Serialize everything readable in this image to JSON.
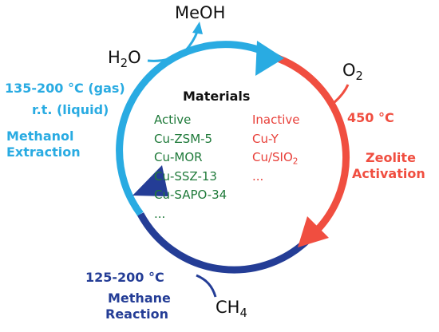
{
  "colors": {
    "extraction": "#29abe2",
    "activation": "#f04e40",
    "reaction": "#243d96",
    "active_text": "#1f7a3a",
    "inactive_text": "#e8403a"
  },
  "chemicals": {
    "h2o": "H",
    "h2o_sub": "2",
    "h2o_end": "O",
    "meoh": "MeOH",
    "o2": "O",
    "o2_sub": "2",
    "ch4": "CH",
    "ch4_sub": "4"
  },
  "steps": {
    "extraction": {
      "temp_gas": "135-200 °C (gas)",
      "temp_liquid": "r.t. (liquid)",
      "name_line1": "Methanol",
      "name_line2": "Extraction"
    },
    "activation": {
      "temp": "450 °C",
      "name_line1": "Zeolite",
      "name_line2": "Activation"
    },
    "reaction": {
      "temp": "125-200 °C",
      "name_line1": "Methane",
      "name_line2": "Reaction"
    }
  },
  "materials": {
    "title": "Materials",
    "active": {
      "header": "Active",
      "items": [
        "Cu-ZSM-5",
        "Cu-MOR",
        "Cu-SSZ-13",
        "Cu-SAPO-34",
        "..."
      ]
    },
    "inactive": {
      "header": "Inactive",
      "item1": "Cu-Y",
      "item2_main": "Cu/SIO",
      "item2_sub": "2",
      "item3": "..."
    }
  }
}
